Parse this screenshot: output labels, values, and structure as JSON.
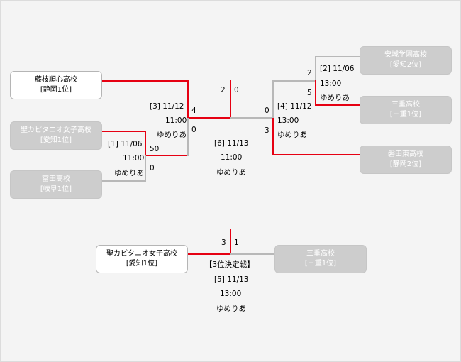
{
  "teams": {
    "fujieda_junshin": {
      "name": "藤枝順心高校",
      "pref": "[静岡1位]"
    },
    "seika_pius": {
      "name": "聖カピタニオ女子高校",
      "pref": "[愛知1位]"
    },
    "tomida": {
      "name": "富田高校",
      "pref": "[岐阜1位]"
    },
    "anjo_gakuen": {
      "name": "安城学園高校",
      "pref": "[愛知2位]"
    },
    "mie": {
      "name": "三重高校",
      "pref": "[三重1位]"
    },
    "iwata_higashi": {
      "name": "磐田東高校",
      "pref": "[静岡2位]"
    },
    "third_seika": {
      "name": "聖カピタニオ女子高校",
      "pref": "[愛知1位]"
    },
    "third_mie": {
      "name": "三重高校",
      "pref": "[三重1位]"
    }
  },
  "matches": {
    "m1": {
      "label": "[1] 11/06",
      "time": "11:00",
      "venue": "ゆめりあ",
      "score_top": "50",
      "score_bottom": "0"
    },
    "m2": {
      "label": "[2] 11/06",
      "time": "13:00",
      "venue": "ゆめりあ",
      "score_top": "2",
      "score_bottom": "5"
    },
    "m3": {
      "label": "[3] 11/12",
      "time": "11:00",
      "venue": "ゆめりあ",
      "score_top": "4",
      "score_bottom": "0"
    },
    "m4": {
      "label": "[4] 11/12",
      "time": "13:00",
      "venue": "ゆめりあ",
      "score_top": "0",
      "score_bottom": "3"
    },
    "m6": {
      "label": "[6] 11/13",
      "time": "11:00",
      "venue": "ゆめりあ",
      "score_left": "2",
      "score_right": "0"
    },
    "m5": {
      "title": "【3位決定戦】",
      "label": "[5] 11/13",
      "time": "13:00",
      "venue": "ゆめりあ",
      "score_left": "3",
      "score_right": "1"
    }
  },
  "colors": {
    "winner_line": "#e60012",
    "loser_line": "#b8b8b8",
    "loser_box": "#cdcdcd"
  }
}
